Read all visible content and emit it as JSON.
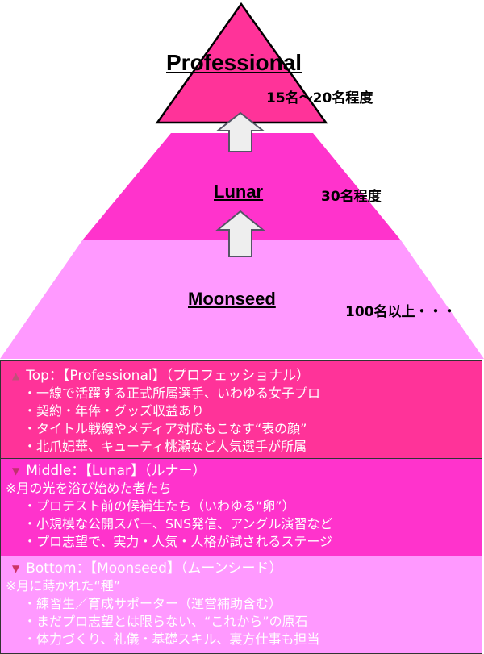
{
  "pyramid": {
    "top": {
      "label": "Professional",
      "count": "15名～20名程度",
      "color": "#ff3399"
    },
    "middle": {
      "label": "Lunar",
      "count": "30名程度",
      "color": "#ff33cc"
    },
    "bottom": {
      "label": "Moonseed",
      "count": "100名以上・・・",
      "color": "#ff99ff"
    }
  },
  "boxes": [
    {
      "heading": "Top：【Professional】（プロフェッショナル）",
      "marker": "▲",
      "note": null,
      "items": [
        "・一線で活躍する正式所属選手、いわゆる女子プロ",
        "・契約・年俸・グッズ収益あり",
        "・タイトル戦線やメディア対応もこなす“表の顔”",
        "・北爪妃華、キューティ桃瀬など人気選手が所属"
      ]
    },
    {
      "heading": "Middle：【Lunar】（ルナー）",
      "marker": "▼",
      "note": "※月の光を浴び始めた者たち",
      "items": [
        "・プロテスト前の候補生たち（いわゆる“卵”）",
        "・小規模な公開スパー、SNS発信、アングル演習など",
        "・プロ志望で、実力・人気・人格が試されるステージ"
      ]
    },
    {
      "heading": "Bottom：【Moonseed】（ムーンシード）",
      "marker": "▼",
      "note": "※月に蒔かれた“種”",
      "items": [
        "・練習生／育成サポーター（運営補助含む）",
        "・まだプロ志望とは限らない、“これから”の原石",
        "・体力づくり、礼儀・基礎スキル、裏方仕事も担当"
      ]
    }
  ]
}
